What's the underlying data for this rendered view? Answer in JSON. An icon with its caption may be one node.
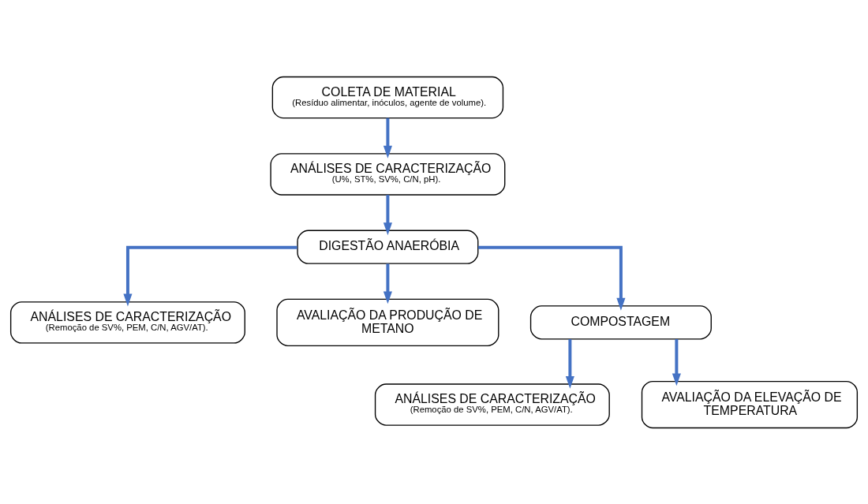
{
  "diagram": {
    "nodes": [
      {
        "text": [
          "COLETA DE MATERIAL",
          "(Resíduo alimentar, inóculos, agente de volume)."
        ]
      },
      {
        "text": [
          "ANÁLISES DE CARACTERIZAÇÃO",
          "(U%, ST%, SV%, C/N, pH)."
        ]
      },
      {
        "text": [
          "DIGESTÃO ANAERÓBIA"
        ]
      },
      {
        "text": [
          "ANÁLISES DE CARACTERIZAÇÃO",
          "(Remoção de SV%, PEM, C/N, AGV/AT)."
        ]
      },
      {
        "text": [
          "AVALIAÇÃO DA PRODUÇÃO DE METANO"
        ]
      },
      {
        "text": [
          "COMPOSTAGEM"
        ]
      },
      {
        "text": [
          "ANÁLISES DE CARACTERIZAÇÃO",
          "(Remoção de SV%, PEM, C/N, AGV/AT)."
        ]
      },
      {
        "text": [
          "AVALIAÇÃO DA ELEVAÇÃO DE TEMPERATURA"
        ]
      }
    ],
    "edges": [
      {
        "from": 0,
        "to": 1,
        "arrow": "to"
      },
      {
        "from": 1,
        "to": 2,
        "arrow": "to"
      },
      {
        "from": 2,
        "to": 3,
        "arrow": "to"
      },
      {
        "from": 2,
        "to": 5,
        "arrow": "to"
      },
      {
        "from": 2,
        "to": 4,
        "arrow": "to"
      },
      {
        "from": 5,
        "to": 6,
        "arrow": "to"
      },
      {
        "from": 5,
        "to": 7,
        "arrow": "to"
      }
    ]
  }
}
